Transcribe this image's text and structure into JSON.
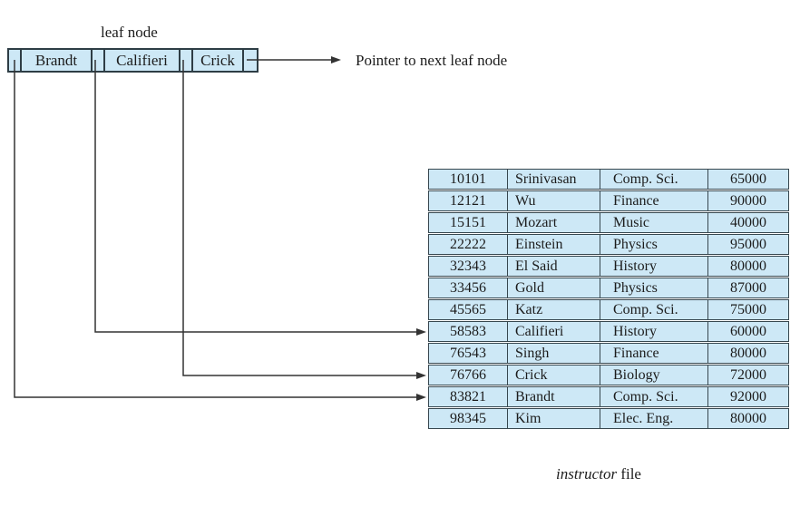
{
  "labels": {
    "leaf_node": "leaf node",
    "pointer_next": "Pointer to next leaf node"
  },
  "caption": {
    "italic": "instructor",
    "rest": " file"
  },
  "leaf_node": {
    "keys": [
      "Brandt",
      "Califieri",
      "Crick"
    ]
  },
  "instructor_file": {
    "rows": [
      [
        "10101",
        "Srinivasan",
        "Comp. Sci.",
        "65000"
      ],
      [
        "12121",
        "Wu",
        "Finance",
        "90000"
      ],
      [
        "15151",
        "Mozart",
        "Music",
        "40000"
      ],
      [
        "22222",
        "Einstein",
        "Physics",
        "95000"
      ],
      [
        "32343",
        "El Said",
        "History",
        "80000"
      ],
      [
        "33456",
        "Gold",
        "Physics",
        "87000"
      ],
      [
        "45565",
        "Katz",
        "Comp. Sci.",
        "75000"
      ],
      [
        "58583",
        "Califieri",
        "History",
        "60000"
      ],
      [
        "76543",
        "Singh",
        "Finance",
        "80000"
      ],
      [
        "76766",
        "Crick",
        "Biology",
        "72000"
      ],
      [
        "83821",
        "Brandt",
        "Comp. Sci.",
        "92000"
      ],
      [
        "98345",
        "Kim",
        "Elec. Eng.",
        "80000"
      ]
    ]
  },
  "colors": {
    "cell_fill": "#cde8f6",
    "cell_border": "#37474f",
    "line": "#333333"
  }
}
